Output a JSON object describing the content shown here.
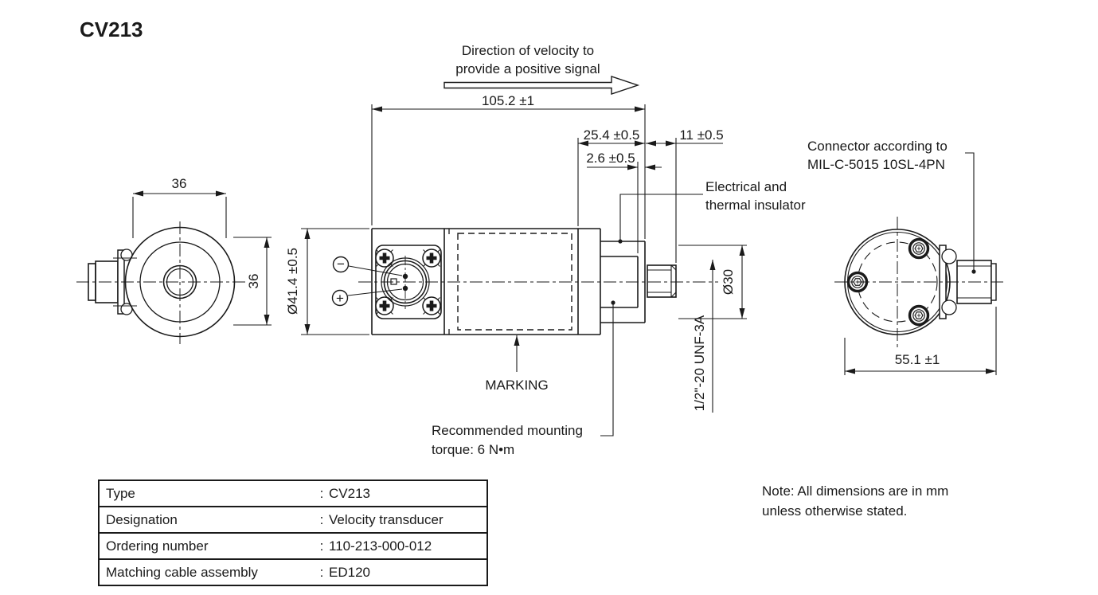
{
  "title": "CV213",
  "direction_note": {
    "line1": "Direction of velocity to",
    "line2": "provide a positive signal"
  },
  "dimensions": {
    "overall_length": "105.2 ±1",
    "rear_length": "25.4 ±0.5",
    "stud_length": "11 ±0.5",
    "insulator_lip": "2.6 ±0.5",
    "body_diameter": "Ø41.4 ±0.5",
    "insulator_diameter": "Ø30",
    "flange_width": "36",
    "flange_height": "36",
    "connector_view_width": "55.1 ±1",
    "thread": "1/2\"-20 UNF-3A"
  },
  "labels": {
    "connector_line1": "Connector according to",
    "connector_line2": "MIL-C-5015 10SL-4PN",
    "insulator_line1": "Electrical and",
    "insulator_line2": "thermal insulator",
    "marking": "MARKING",
    "torque_line1": "Recommended mounting",
    "torque_line2": "torque: 6 N•m",
    "polarity_negative": "−",
    "polarity_positive": "+"
  },
  "table": {
    "colon": ":",
    "rows": [
      {
        "label": "Type",
        "value": "CV213"
      },
      {
        "label": "Designation",
        "value": "Velocity transducer"
      },
      {
        "label": "Ordering number",
        "value": "110-213-000-012"
      },
      {
        "label": "Matching cable assembly",
        "value": "ED120"
      }
    ]
  },
  "note": {
    "line1": "Note: All dimensions are in mm",
    "line2": "unless otherwise stated."
  },
  "colors": {
    "line": "#1a1a1a",
    "background": "#ffffff"
  }
}
